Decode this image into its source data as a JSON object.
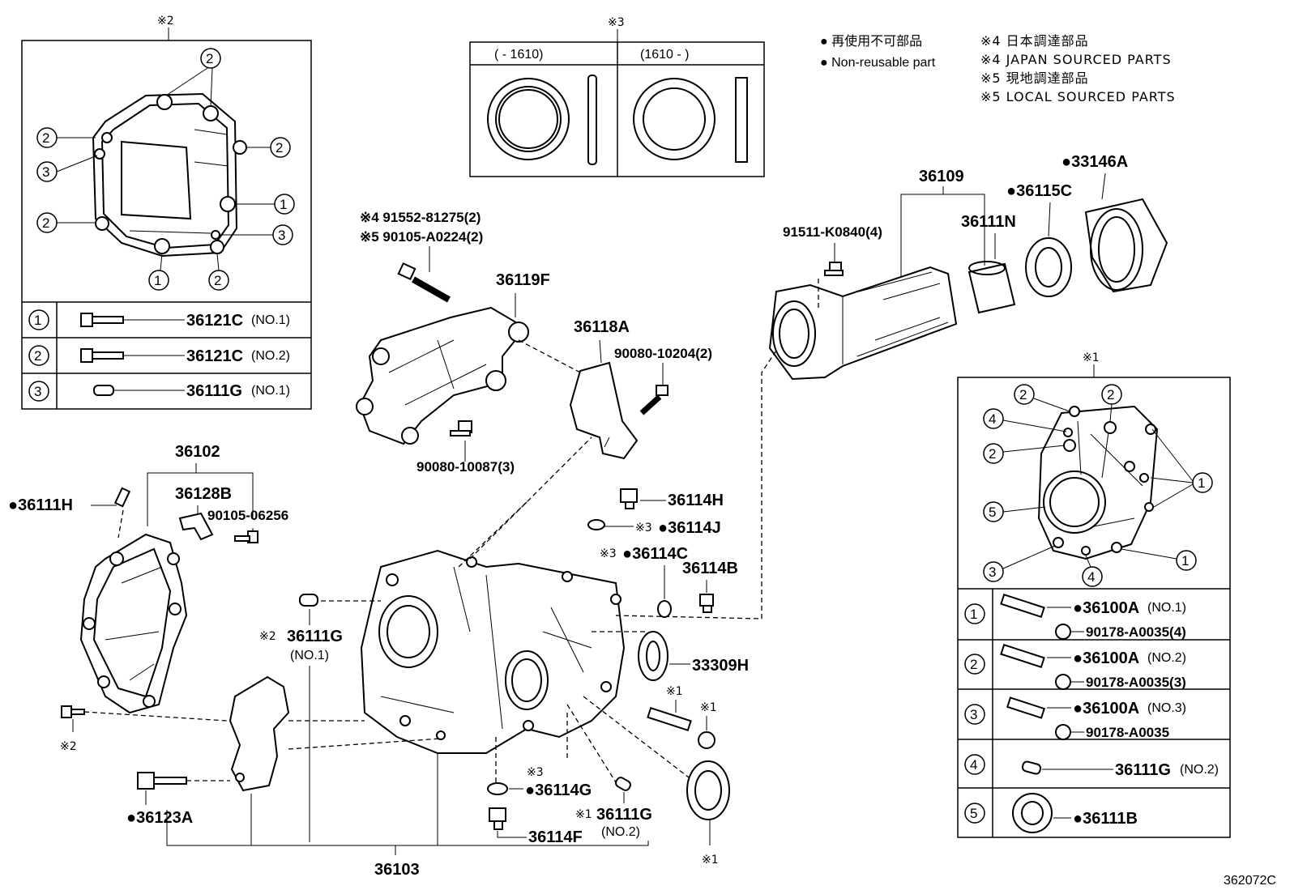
{
  "legend": {
    "l1": "● 再使用不可部品",
    "l2": "● Non-reusable part",
    "l3": "※4 日本調達部品",
    "l4": "※4 JAPAN SOURCED PARTS",
    "l5": "※5 現地調達部品",
    "l6": "※5 LOCAL SOURCED PARTS"
  },
  "figure_id": "362072C",
  "marks": {
    "m2": "※2",
    "m3": "※3",
    "m1": "※1"
  },
  "box3": {
    "col1": "(      - 1610)",
    "col2": "(1610 -       )"
  },
  "box2": {
    "row1_part": "36121C",
    "row1_note": "(NO.1)",
    "row2_part": "36121C",
    "row2_note": "(NO.2)",
    "row3_part": "36111G",
    "row3_note": "(NO.1)",
    "c1": "1",
    "c2": "2",
    "c3": "3"
  },
  "box1": {
    "r1_part": "●36100A",
    "r1_note": "(NO.1)",
    "r1_sub": "90178-A0035(4)",
    "r2_part": "●36100A",
    "r2_note": "(NO.2)",
    "r2_sub": "90178-A0035(3)",
    "r3_part": "●36100A",
    "r3_note": "(NO.3)",
    "r3_sub": "90178-A0035",
    "r4_part": "36111G",
    "r4_note": "(NO.2)",
    "r5_part": "●36111B",
    "c1": "1",
    "c2": "2",
    "c3": "3",
    "c4": "4",
    "c5": "5"
  },
  "parts": {
    "p36109": "36109",
    "p33146A": "●33146A",
    "p36115C": "●36115C",
    "p36111N": "36111N",
    "p91511": "91511-K0840(4)",
    "p91552": "※4 91552-81275(2)",
    "p90105a": "※5 90105-A0224(2)",
    "p36119F": "36119F",
    "p36118A": "36118A",
    "p90080_10204": "90080-10204(2)",
    "p90080_10087": "90080-10087(3)",
    "p36102": "36102",
    "p36128B": "36128B",
    "p90105_06256": "90105-06256",
    "p36111H": "●36111H",
    "p36114H": "36114H",
    "p36114J": "●36114J",
    "p36114J_mark": "※3",
    "p36114C": "●36114C",
    "p36114C_mark": "※3",
    "p36114B": "36114B",
    "p36111G_left": "36111G",
    "p36111G_left_mark": "※2",
    "p36111G_left_note": "(NO.1)",
    "p33309H": "33309H",
    "p36114G": "●36114G",
    "p36114G_mark": "※3",
    "p36111G_bot": "36111G",
    "p36111G_bot_mark": "※1",
    "p36111G_bot_note": "(NO.2)",
    "p36114F": "36114F",
    "p36123A": "●36123A",
    "p36103": "36103",
    "star1a": "※1",
    "star1b": "※1",
    "star1c": "※1",
    "star2b": "※2"
  }
}
